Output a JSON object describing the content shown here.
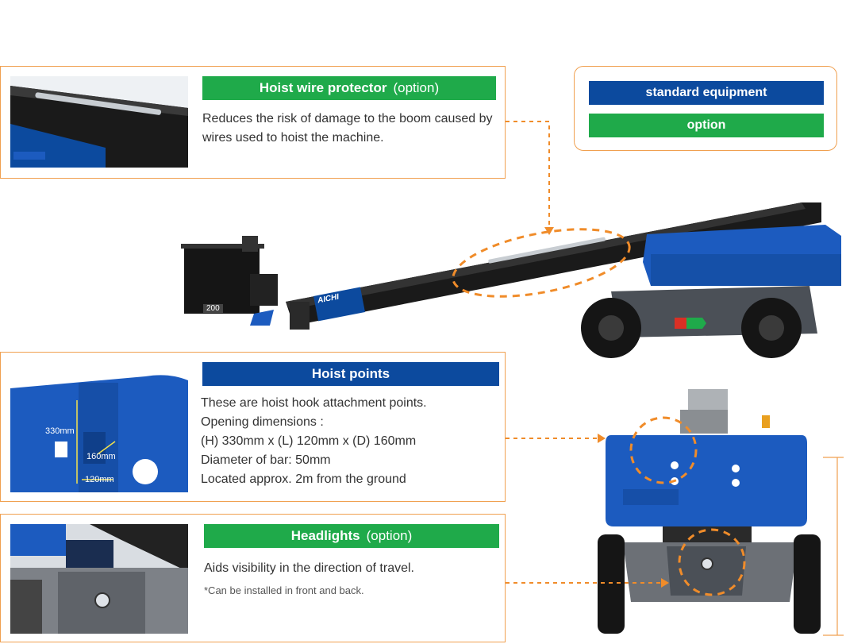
{
  "legend": {
    "standard": "standard equipment",
    "option": "option",
    "colors": {
      "standard": "#0c4a9e",
      "option": "#1faa4a",
      "panel_border": "#f0a050"
    }
  },
  "hoist_wire": {
    "title": "Hoist wire protector",
    "tag": "(option)",
    "lines": [
      "Reduces the risk of damage to the boom caused by",
      "wires used to hoist the machine."
    ]
  },
  "hoist_points": {
    "title": "Hoist points",
    "lines": [
      "These are hoist hook attachment points.",
      "Opening dimensions :",
      "(H) 330mm x (L) 120mm x (D) 160mm",
      "Diameter of bar: 50mm",
      "Located approx. 2m from the ground"
    ],
    "dim_h": "330mm",
    "dim_d": "160mm",
    "dim_l": "120mm"
  },
  "headlights": {
    "title": "Headlights",
    "tag": "(option)",
    "lines": [
      "Aids visibility in the direction of travel."
    ],
    "note": "*Can be installed in front and back."
  },
  "machine": {
    "brand": "AICHI",
    "basket_label": "200"
  }
}
